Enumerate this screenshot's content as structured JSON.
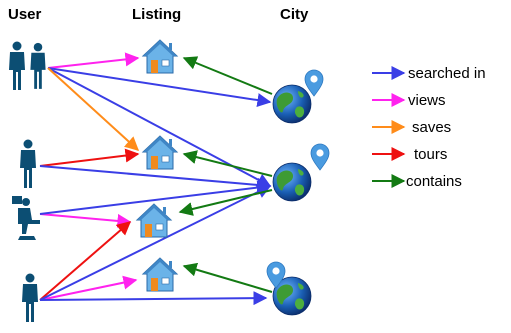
{
  "headers": {
    "user": "User",
    "listing": "Listing",
    "city": "City"
  },
  "legend": [
    {
      "label": "searched in",
      "color": "#3a3ee6"
    },
    {
      "label": "views",
      "color": "#ff22ee"
    },
    {
      "label": "saves",
      "color": "#ff8c1a"
    },
    {
      "label": "tours",
      "color": "#ee1111"
    },
    {
      "label": "contains",
      "color": "#137a13"
    }
  ],
  "icons": {
    "user": "person-icon",
    "listing": "house-icon",
    "city": "globe-pin-icon"
  }
}
